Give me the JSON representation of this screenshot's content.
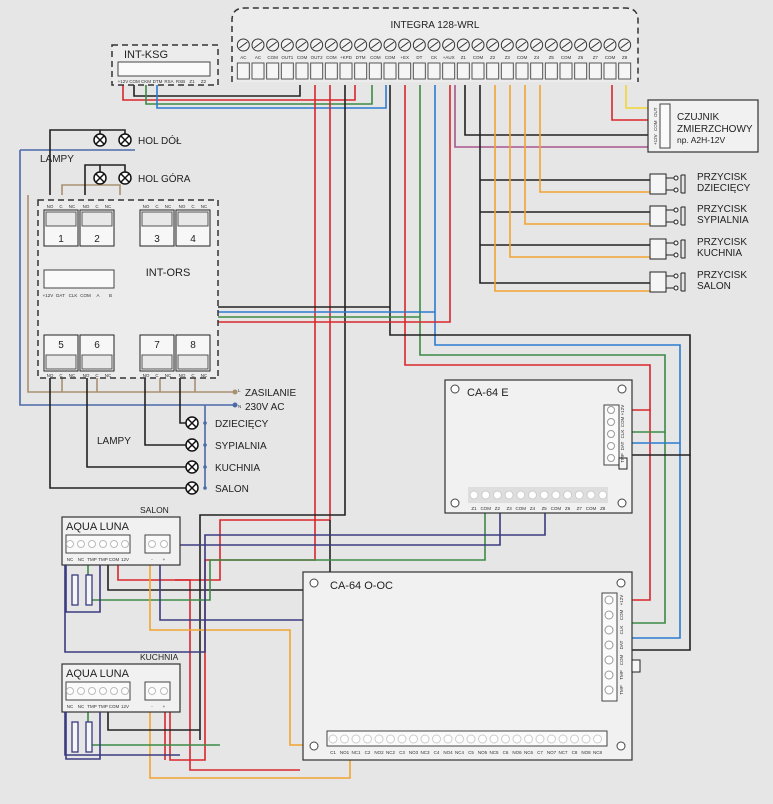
{
  "integra": {
    "title": "INTEGRA 128-WRL",
    "terminals": [
      "AC",
      "AC",
      "COM",
      "OUT1",
      "COM",
      "OUT2",
      "COM",
      "+KPD",
      "DTM",
      "COM",
      "COM",
      "+EX",
      "DT",
      "CK",
      "+AUX",
      "Z1",
      "COM",
      "Z2",
      "Z3",
      "COM",
      "Z4",
      "Z5",
      "COM",
      "Z6",
      "Z7",
      "COM",
      "Z8"
    ]
  },
  "int_ksg": {
    "title": "INT-KSG",
    "terminals": [
      "+12V",
      "COM",
      "CKM",
      "DTM",
      "RSA",
      "RSB",
      "Z1",
      "Z2"
    ]
  },
  "int_ors": {
    "title": "INT-ORS",
    "relays": [
      "1",
      "2",
      "3",
      "4",
      "5",
      "6",
      "7",
      "8"
    ],
    "relay_contacts": [
      "NO",
      "C",
      "NC"
    ],
    "bus_terminals": [
      "+12V",
      "DAT",
      "CLK",
      "COM",
      "A",
      "B"
    ]
  },
  "hall_lamps": {
    "group_label": "LAMPY",
    "items": [
      "HOL DÓŁ",
      "HOL GÓRA"
    ]
  },
  "room_lamps": {
    "group_label": "LAMPY",
    "items": [
      "DZIECIĘCY",
      "SYPIALNIA",
      "KUCHNIA",
      "SALON"
    ]
  },
  "power": {
    "line1": "ZASILANIE",
    "line2": "230V AC",
    "l_mark": "L",
    "n_mark": "N"
  },
  "sensor": {
    "line1": "CZUJNIK",
    "line2": "ZMIERZCHOWY",
    "line3": "np. A2H-12V",
    "terminals": [
      "+12V",
      "COM",
      "OUT"
    ]
  },
  "buttons": [
    {
      "line1": "PRZYCISK",
      "line2": "DZIECIĘCY"
    },
    {
      "line1": "PRZYCISK",
      "line2": "SYPIALNIA"
    },
    {
      "line1": "PRZYCISK",
      "line2": "KUCHNIA"
    },
    {
      "line1": "PRZYCISK",
      "line2": "SALON"
    }
  ],
  "ca64e": {
    "title": "CA-64 E",
    "side_terminals": [
      "+12V",
      "COM",
      "CLK",
      "DAT",
      "TMP"
    ],
    "bottom_terminals": [
      "Z1",
      "COM",
      "Z2",
      "Z3",
      "COM",
      "Z4",
      "Z5",
      "COM",
      "Z6",
      "Z7",
      "COM",
      "Z8"
    ]
  },
  "ca64ooc": {
    "title": "CA-64 O-OC",
    "side_terminals": [
      "+12V",
      "COM",
      "CLK",
      "DAT",
      "COM",
      "TMP",
      "TMP"
    ],
    "bottom_terminals": [
      "C1",
      "NO1",
      "NC1",
      "C2",
      "NO2",
      "NC2",
      "C3",
      "NO3",
      "NC3",
      "C4",
      "NO4",
      "NC4",
      "C5",
      "NO5",
      "NC5",
      "C6",
      "NO6",
      "NC6",
      "C7",
      "NO7",
      "NC7",
      "C8",
      "NO8",
      "NC8"
    ]
  },
  "aqua_salon": {
    "room": "SALON",
    "title": "AQUA LUNA",
    "terminals": [
      "NC",
      "NC",
      "TMP",
      "TMP",
      "COM",
      "12V"
    ],
    "supply_terminals": [
      "-",
      "+"
    ]
  },
  "aqua_kuchnia": {
    "room": "KUCHNIA",
    "title": "AQUA LUNA",
    "terminals": [
      "NC",
      "NC",
      "TMP",
      "TMP",
      "COM",
      "12V"
    ],
    "supply_terminals": [
      "-",
      "+"
    ]
  },
  "wire_colors": {
    "power_plus": "#d8262c",
    "data": "#3d8a45",
    "clock": "#2c7bd0",
    "common": "#222222",
    "valve_supply": "#f0a431",
    "mains_l": "#a89070",
    "mains_n": "#4a6aa8"
  }
}
